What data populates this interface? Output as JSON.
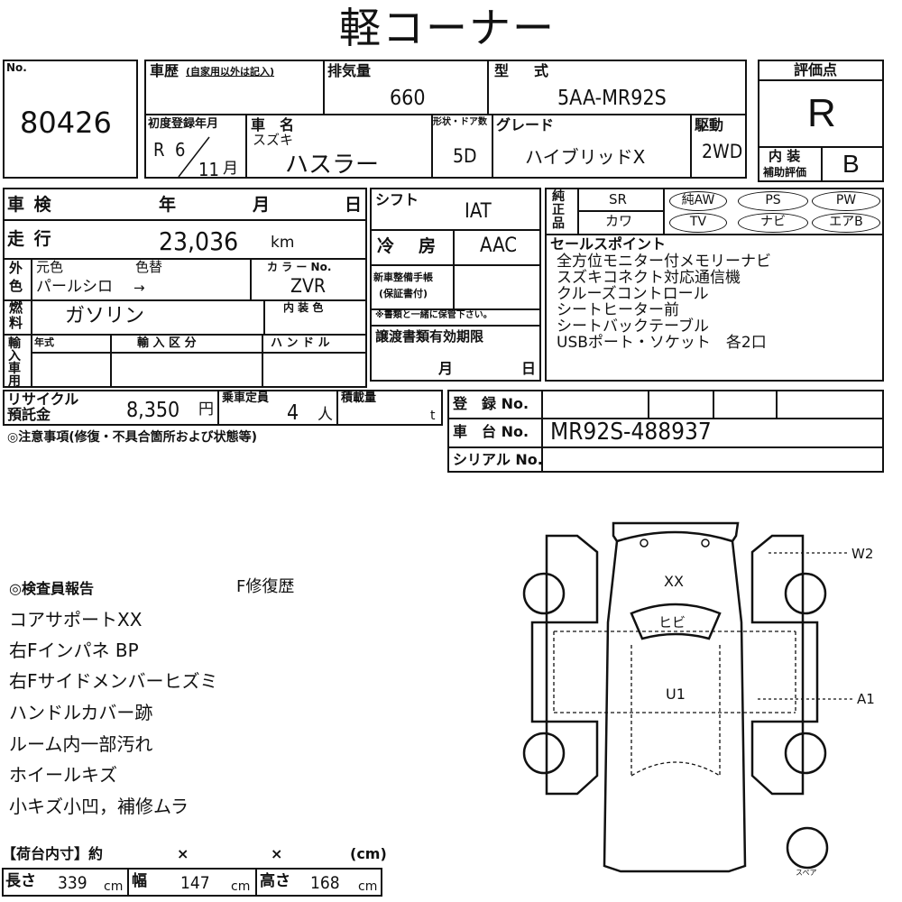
{
  "header": {
    "title": "軽コーナー"
  },
  "lot": {
    "no_label": "No.",
    "number": "80426"
  },
  "history": {
    "label": "車歴",
    "note": "(自家用以外は記入)"
  },
  "displacement": {
    "label": "排気量",
    "value": "660"
  },
  "model": {
    "label": "型　式",
    "value": "5AA-MR92S"
  },
  "rating": {
    "label": "評価点",
    "value": "R",
    "interior_label_1": "内 装",
    "interior_label_2": "補助評価",
    "interior_value": "B"
  },
  "first_reg": {
    "label": "初度登録年月",
    "era": "R",
    "year": "6",
    "month": "11",
    "month_unit": "月"
  },
  "car_name": {
    "label": "車　名",
    "maker": "スズキ",
    "name": "ハスラー"
  },
  "body": {
    "label": "形状・ドア数",
    "value": "5D"
  },
  "grade": {
    "label": "グレード",
    "value": "ハイブリッドX"
  },
  "drive": {
    "label": "駆動",
    "value": "2WD"
  },
  "inspection": {
    "label": "車 検",
    "year": "年",
    "month": "月",
    "day": "日"
  },
  "mileage": {
    "label": "走 行",
    "value": "23,036",
    "unit": "km"
  },
  "shift": {
    "label": "シフト",
    "value": "IAT"
  },
  "ac": {
    "label": "冷　房",
    "value": "AAC"
  },
  "equipment": {
    "label": "純正品",
    "items": [
      "SR",
      "カワ",
      "純AW",
      "TV",
      "PS",
      "ナビ",
      "PW",
      "エアB"
    ]
  },
  "color": {
    "outer_label_1": "外",
    "outer_label_2": "色",
    "orig_label": "元色",
    "change_label": "色替",
    "orig_value": "パールシロ",
    "arrow": "→",
    "code_label": "カ ラ ー No.",
    "code_value": "ZVR",
    "interior_label": "内 装 色"
  },
  "fuel": {
    "label_1": "燃",
    "label_2": "料",
    "value": "ガソリン"
  },
  "new_car": {
    "label_1": "新車整備手帳",
    "label_2": "(保証書付)",
    "note": "※書類と一緒に保管下さい。"
  },
  "sales_points": {
    "label": "セールスポイント",
    "items": [
      "全方位モニター付メモリーナビ",
      "スズキコネクト対応通信機",
      "クルーズコントロール",
      "シートヒーター前",
      "シートバックテーブル",
      "USBポート・ソケット　各2口"
    ]
  },
  "import": {
    "label": "輸入車用",
    "year_label": "年式",
    "type_label": "輸 入 区 分",
    "handle_label": "ハ ン ド ル"
  },
  "transfer": {
    "label": "譲渡書類有効期限",
    "month": "月",
    "day": "日"
  },
  "recycle": {
    "label_1": "リサイクル",
    "label_2": "預託金",
    "value": "8,350",
    "unit": "円"
  },
  "capacity": {
    "label": "乗車定員",
    "value": "4",
    "unit": "人"
  },
  "load": {
    "label": "積載量",
    "unit": "t"
  },
  "registration": {
    "label": "登　録 No."
  },
  "chassis": {
    "label": "車　台 No.",
    "value": "MR92S-488937"
  },
  "serial": {
    "label": "シリアル No."
  },
  "caution": {
    "label": "◎注意事項(修復・不具合箇所および状態等)"
  },
  "inspector": {
    "label": "◎検査員報告",
    "repair_flag": "F修復歴",
    "items": [
      "コアサポートXX",
      "右Fインパネ BP",
      "右Fサイドメンバーヒズミ",
      "ハンドルカバー跡",
      "ルーム内一部汚れ",
      "ホイールキズ",
      "小キズ小凹，補修ムラ"
    ]
  },
  "cargo": {
    "header": "【荷台内寸】約",
    "x1": "×",
    "x2": "×",
    "unit_hdr": "(cm)",
    "length_label": "長さ",
    "length": "339",
    "width_label": "幅",
    "width": "147",
    "height_label": "高さ",
    "height": "168",
    "unit": "cm"
  },
  "diagram": {
    "marks": {
      "front": "XX",
      "windshield": "ヒビ",
      "roof": "U1",
      "door": "W2",
      "side": "A1"
    },
    "spare_label": "スペア"
  }
}
